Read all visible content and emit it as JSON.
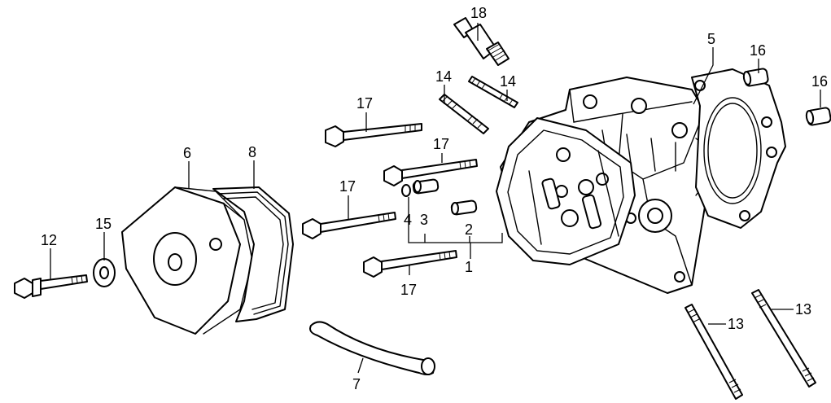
{
  "labels": {
    "p1": "1",
    "p2": "2",
    "p3": "3",
    "p4": "4",
    "p5": "5",
    "p6": "6",
    "p7": "7",
    "p8": "8",
    "p12": "12",
    "p13a": "13",
    "p13b": "13",
    "p14a": "14",
    "p14b": "14",
    "p15": "15",
    "p16a": "16",
    "p16b": "16",
    "p17a": "17",
    "p17b": "17",
    "p17c": "17",
    "p17d": "17",
    "p18": "18"
  }
}
